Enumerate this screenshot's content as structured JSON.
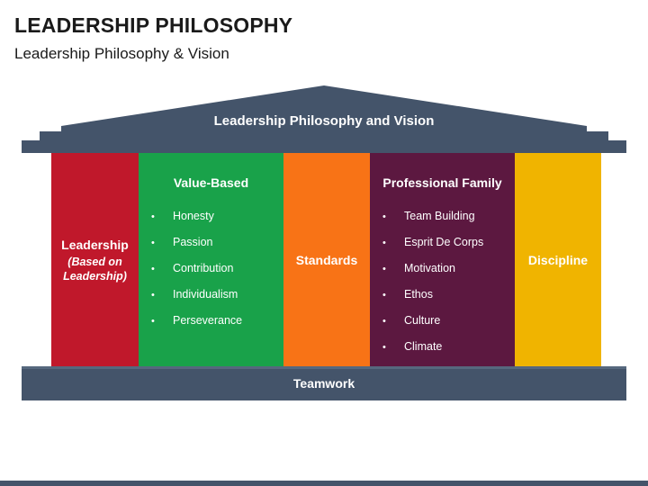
{
  "header": {
    "title": "LEADERSHIP PHILOSOPHY",
    "subtitle": "Leadership Philosophy & Vision"
  },
  "roof": {
    "label": "Leadership Philosophy and Vision"
  },
  "pillars": [
    {
      "title": "Leadership",
      "subtitle": "(Based on Leadership)",
      "color": "#c0182b"
    },
    {
      "title": "Value-Based",
      "color": "#19a24a",
      "bullets": [
        "Honesty",
        "Passion",
        "Contribution",
        "Individualism",
        "Perseverance"
      ]
    },
    {
      "title": "Standards",
      "color": "#f87316"
    },
    {
      "title": "Professional Family",
      "color": "#5c1840",
      "bullets": [
        "Team Building",
        "Esprit De Corps",
        "Motivation",
        "Ethos",
        "Culture",
        "Climate"
      ]
    },
    {
      "title": "Discipline",
      "color": "#f0b400"
    }
  ],
  "base": {
    "label": "Teamwork"
  },
  "colors": {
    "structure": "#44546a"
  }
}
